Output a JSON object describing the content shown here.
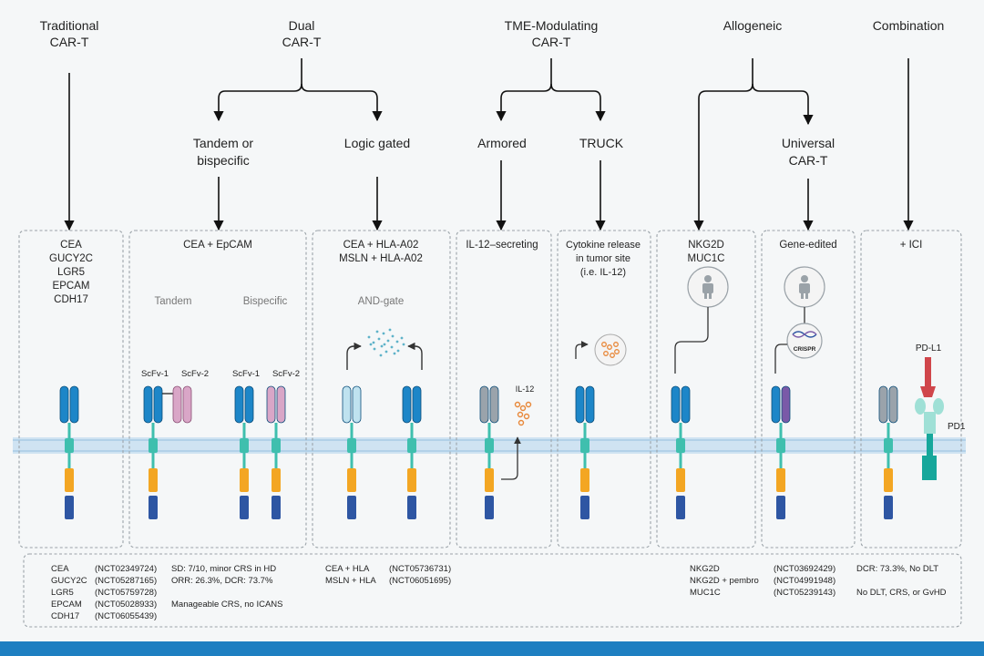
{
  "categories": [
    {
      "title_lines": [
        "Traditional",
        "CAR-T"
      ]
    },
    {
      "title_lines": [
        "Dual",
        "CAR-T"
      ]
    },
    {
      "title_lines": [
        "TME-Modulating",
        "CAR-T"
      ]
    },
    {
      "title_lines": [
        "Allogeneic"
      ]
    },
    {
      "title_lines": [
        "Combination"
      ]
    }
  ],
  "subcategories": {
    "tandem": [
      "Tandem or",
      "bispecific"
    ],
    "logic": [
      "Logic gated"
    ],
    "armored": [
      "Armored"
    ],
    "truck": [
      "TRUCK"
    ],
    "universal": [
      "Universal",
      "CAR-T"
    ]
  },
  "panels": {
    "traditional": {
      "targets": [
        "CEA",
        "GUCY2C",
        "LGR5",
        "EPCAM",
        "CDH17"
      ]
    },
    "tandem": {
      "title": "CEA + EpCAM",
      "left_label": "Tandem",
      "right_label": "Bispecific",
      "scfv1": "ScFv-1",
      "scfv2": "ScFv-2"
    },
    "logic": {
      "title_lines": [
        "CEA + HLA-A02",
        "MSLN + HLA-A02"
      ],
      "gate": "AND-gate"
    },
    "armored": {
      "title": "IL-12–secreting",
      "cytokine": "IL-12"
    },
    "truck": {
      "title_lines": [
        "Cytokine release",
        "in tumor site",
        "(i.e. IL-12)"
      ]
    },
    "nkg2d": {
      "title_lines": [
        "NKG2D",
        "MUC1C"
      ]
    },
    "gene": {
      "title": "Gene-edited",
      "crispr": "CRISPR"
    },
    "ici": {
      "title": "+ ICI",
      "pdl1": "PD-L1",
      "pd1": "PD1"
    }
  },
  "trials": {
    "traditional": {
      "names": [
        "CEA",
        "GUCY2C",
        "LGR5",
        "EPCAM",
        "CDH17"
      ],
      "ids": [
        "(NCT02349724)",
        "(NCT05287165)",
        "(NCT05759728)",
        "(NCT05028933)",
        "(NCT06055439)"
      ],
      "outcomes": [
        "SD: 7/10, minor CRS in HD",
        "ORR: 26.3%, DCR: 73.7%",
        "",
        "Manageable CRS, no ICANS"
      ]
    },
    "logic": {
      "names": [
        "CEA + HLA",
        "MSLN + HLA"
      ],
      "ids": [
        "(NCT05736731)",
        "(NCT06051695)"
      ]
    },
    "allogeneic": {
      "names": [
        "NKG2D",
        "NKG2D + pembro",
        "MUC1C"
      ],
      "ids": [
        "(NCT03692429)",
        "(NCT04991948)",
        "(NCT05239143)"
      ]
    },
    "combination": {
      "outcomes": [
        "DCR: 73.3%, No DLT",
        "",
        "No DLT, CRS, or GvHD"
      ]
    }
  },
  "colors": {
    "membrane": "#cfe3f2",
    "scfv_blue": "#1d86c8",
    "scfv_gray": "#9aa3ab",
    "scfv_pink": "#d9a6c7",
    "scfv_light": "#bfe2ef",
    "hinge_teal": "#3fbfae",
    "costim_orange": "#f3a623",
    "cd3z_navy": "#2e56a3",
    "pd1_teal": "#16a79b",
    "pdl1_red": "#d0464b",
    "cytokine": "#e8883a",
    "footer": "#1e7fc1"
  },
  "icons": [
    "arrow-down-icon",
    "person-icon",
    "crispr-dna-icon",
    "cytokine-icon",
    "antigen-cloud-icon",
    "car-receptor-icon"
  ]
}
